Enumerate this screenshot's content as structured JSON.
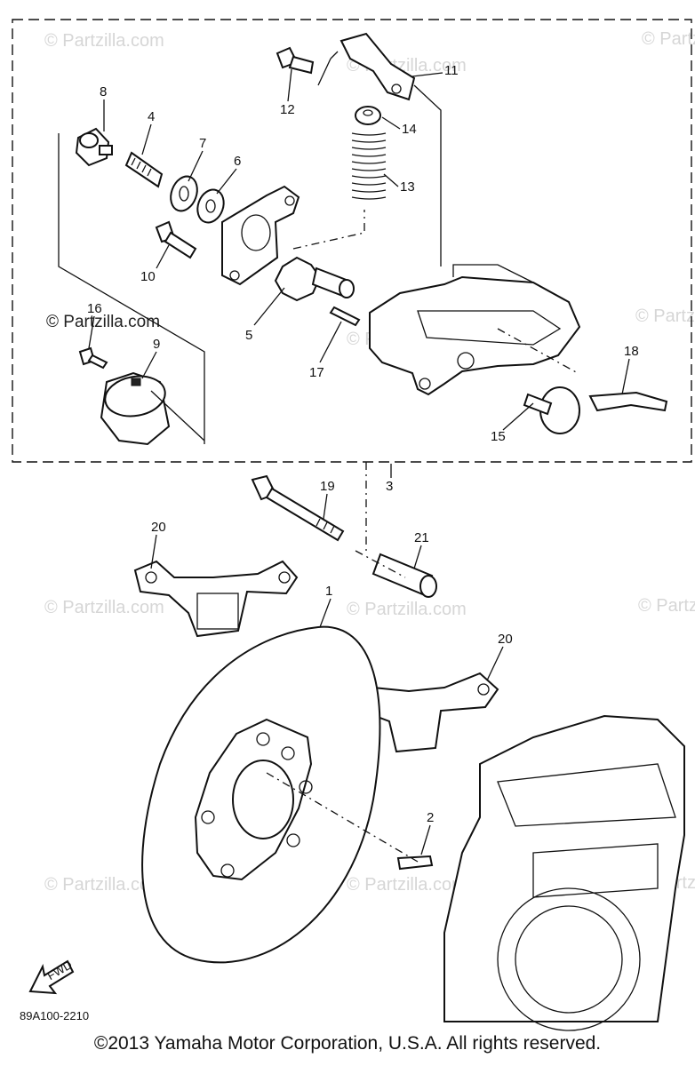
{
  "watermarks": {
    "small": "© Partzilla.com",
    "highlight": "© Partzilla.com"
  },
  "callouts": {
    "p1": "1",
    "p2": "2",
    "p3": "3",
    "p4": "4",
    "p5": "5",
    "p6": "6",
    "p7": "7",
    "p8": "8",
    "p9": "9",
    "p10": "10",
    "p11": "11",
    "p12": "12",
    "p13": "13",
    "p14": "14",
    "p15": "15",
    "p16": "16",
    "p17": "17",
    "p18": "18",
    "p19": "19",
    "p20a": "20",
    "p20b": "20",
    "p21": "21"
  },
  "fwd_label": "FWD",
  "diagram_code": "89A100-2210",
  "copyright": "©2013  Yamaha Motor Corporation, U.S.A. All rights reserved."
}
